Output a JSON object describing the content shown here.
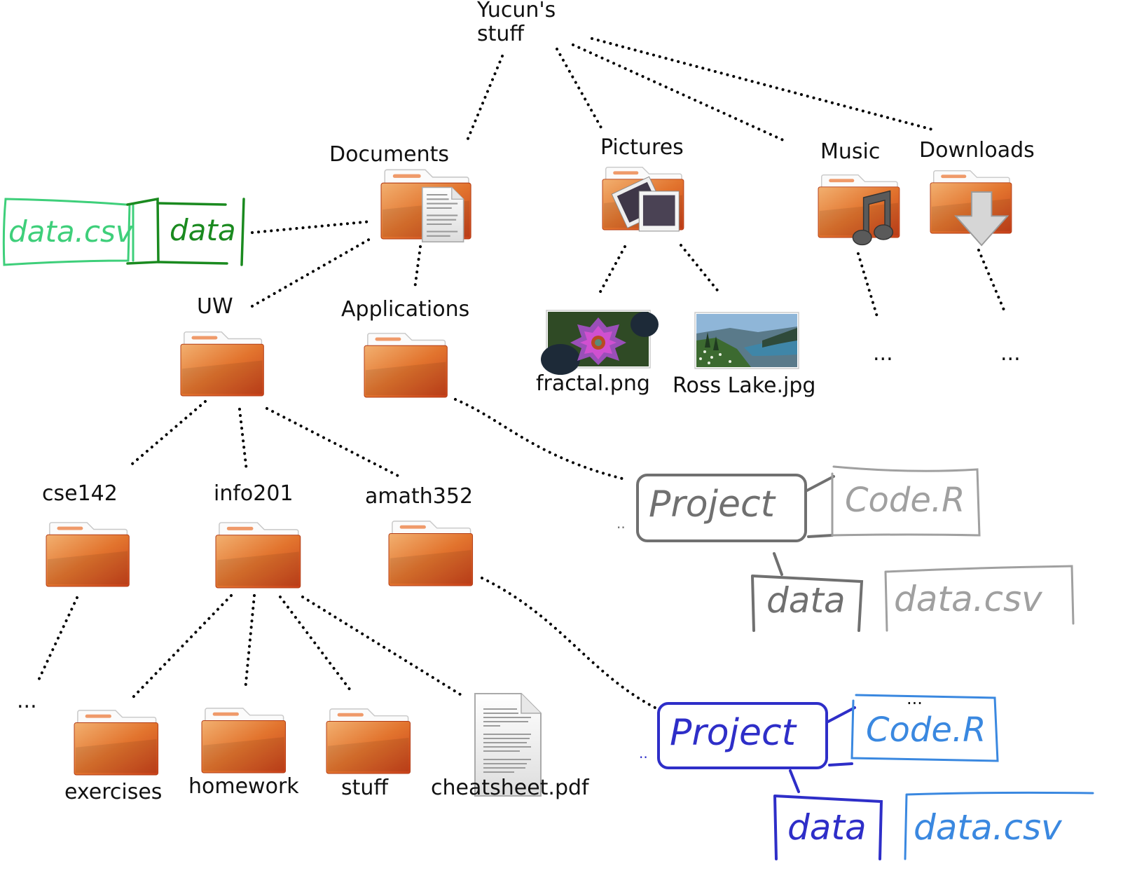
{
  "root": {
    "label": "Yucun's\nstuff",
    "line1": "Yucun's",
    "line2": "stuff"
  },
  "folders": {
    "documents": "Documents",
    "pictures": "Pictures",
    "music": "Music",
    "downloads": "Downloads",
    "uw": "UW",
    "applications": "Applications",
    "cse142": "cse142",
    "info201": "info201",
    "amath352": "amath352",
    "exercises": "exercises",
    "homework": "homework",
    "stuff": "stuff"
  },
  "files": {
    "fractal": "fractal.png",
    "ross_lake": "Ross Lake.jpg",
    "cheatsheet": "cheatsheet.pdf"
  },
  "ellipsis": "...",
  "handwritten": {
    "documents_group": {
      "data_csv": "data.csv",
      "data": "data",
      "color_file": "#3ecf7a",
      "color_folder": "#1a8a1f"
    },
    "applications_project": {
      "project": "Project",
      "code": "Code.R",
      "data": "data",
      "data_csv": "data.csv",
      "color_folder": "#707070",
      "color_file": "#a0a0a0"
    },
    "amath352_project": {
      "project": "Project",
      "code": "Code.R",
      "data": "data",
      "data_csv": "data.csv",
      "color_folder": "#2e2ec8",
      "color_file": "#3a88e0"
    }
  },
  "colors": {
    "folder_light": "#f0a35a",
    "folder_dark": "#d2471a",
    "tab_stripe": "#ef9a6a",
    "edge": "#000000"
  }
}
